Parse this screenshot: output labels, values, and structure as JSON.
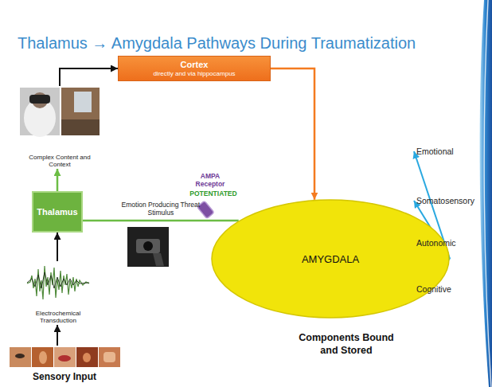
{
  "diagram": {
    "title": "Thalamus → Amygdala Pathways During Traumatization",
    "nodes": [
      {
        "text": [
          "Cortex",
          "directly and via hippocampus"
        ]
      },
      {
        "text": [
          "Complex Content and Context"
        ]
      },
      {
        "text": [
          "Thalamus"
        ]
      },
      {
        "text": [
          "AMYGDALA"
        ]
      },
      {
        "text": [
          "Emotional"
        ]
      },
      {
        "text": [
          "Somatosensory"
        ]
      },
      {
        "text": [
          "Autonomic"
        ]
      },
      {
        "text": [
          "Cognitive"
        ]
      },
      {
        "text": [
          "Electrochemical Transduction"
        ]
      },
      {
        "text": [
          "Sensory Input"
        ]
      }
    ],
    "edges": [
      {
        "from": 9,
        "to": 8,
        "arrow": "to"
      },
      {
        "from": 8,
        "to": 2,
        "arrow": "to"
      },
      {
        "from": 2,
        "to": 1,
        "arrow": "to"
      },
      {
        "from": 1,
        "to": 0,
        "arrow": "to"
      },
      {
        "from": 0,
        "to": 3,
        "arrow": "to"
      },
      {
        "from": 2,
        "to": 3,
        "label": "Emotion Producing Threat Stimulus",
        "arrow": "none"
      },
      {
        "from": 3,
        "to": 4,
        "arrow": "to"
      },
      {
        "from": 3,
        "to": 5,
        "arrow": "to"
      },
      {
        "from": 3,
        "to": 6,
        "arrow": "to"
      },
      {
        "from": 3,
        "to": 7,
        "arrow": "to"
      }
    ],
    "labels": [
      "AMPA Receptor",
      "POTENTIATED",
      "Components Bound and Stored"
    ]
  }
}
